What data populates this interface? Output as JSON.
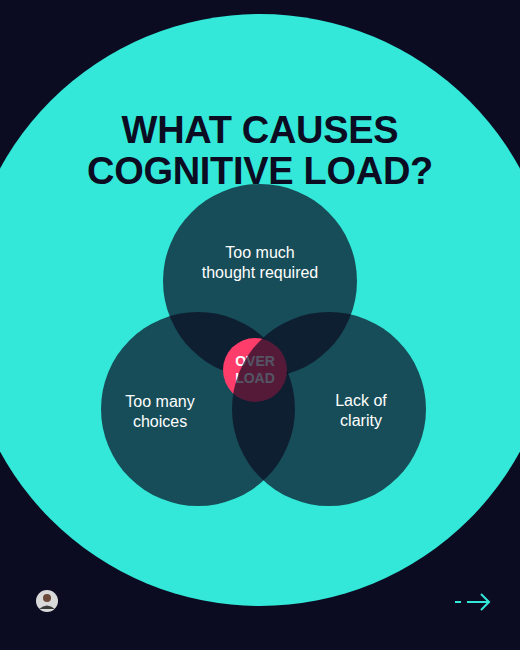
{
  "diagram": {
    "title": "WHAT CAUSES COGNITIVE LOAD?",
    "nodes": [
      {
        "text": [
          "Too much thought required"
        ]
      },
      {
        "text": [
          "Too many choices"
        ]
      },
      {
        "text": [
          "OVER LOAD"
        ]
      },
      {
        "text": [
          "Lack of clarity"
        ]
      }
    ]
  }
}
